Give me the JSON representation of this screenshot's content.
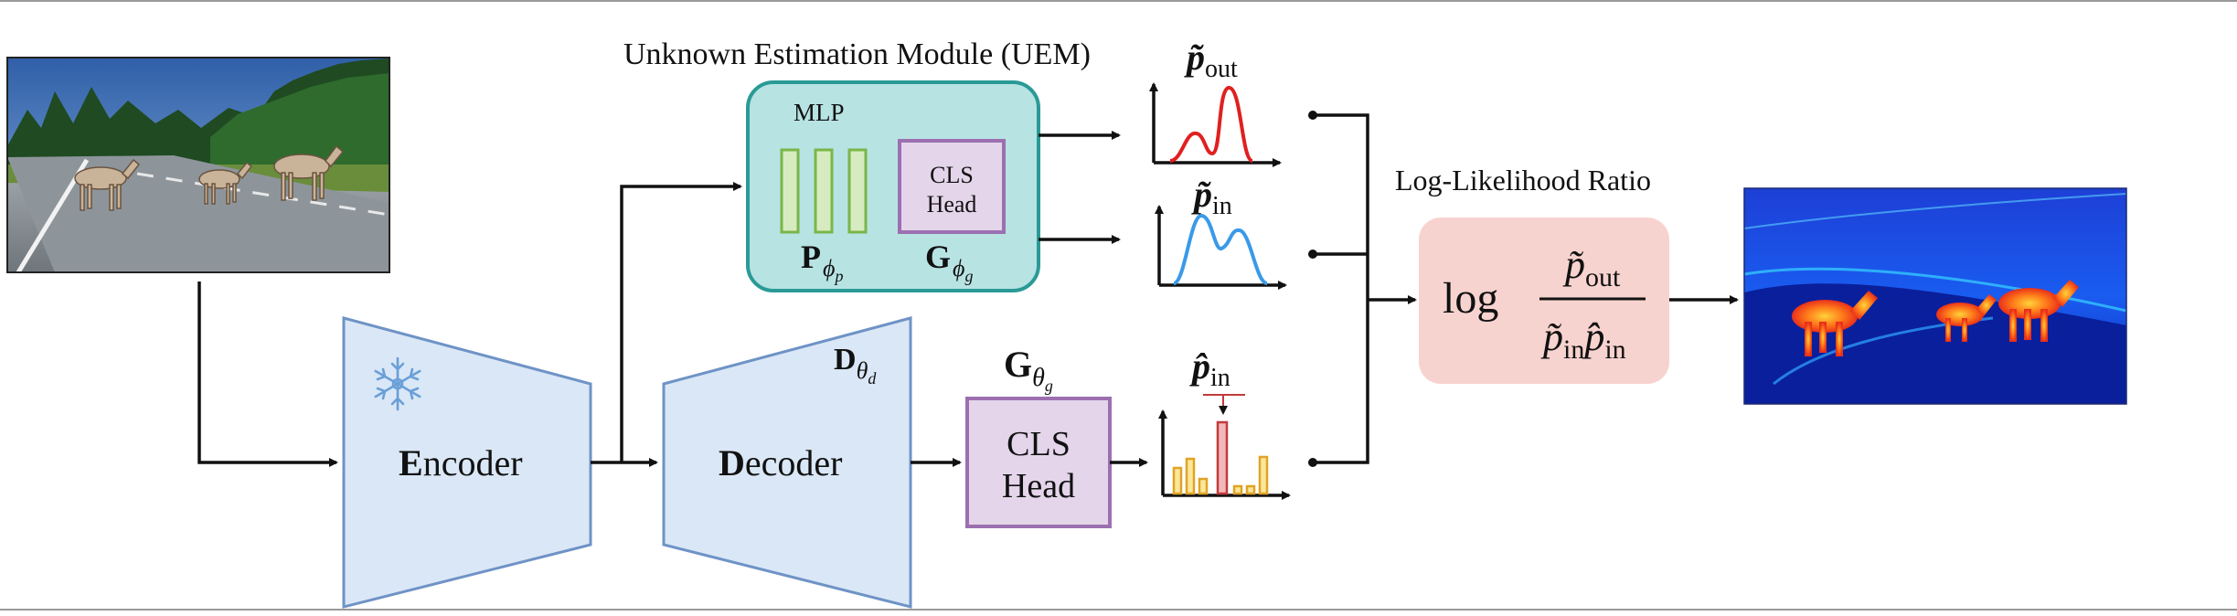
{
  "uem": {
    "title": "Unknown Estimation Module (UEM)",
    "mlp_label": "MLP",
    "cls_head_line1": "CLS",
    "cls_head_line2": "Head",
    "p_sym": "P",
    "p_sub": "ϕ",
    "p_subsub": "p",
    "g_sym": "G",
    "g_sub": "ϕ",
    "g_subsub": "g"
  },
  "encoder": {
    "first_letter": "E",
    "rest": "ncoder"
  },
  "decoder": {
    "first_letter": "D",
    "rest": "ecoder",
    "sym": "D",
    "sub": "θ",
    "subsub": "d"
  },
  "cls_head": {
    "line1": "CLS",
    "line2": "Head",
    "sym": "G",
    "sub": "θ",
    "subsub": "g"
  },
  "dists": {
    "p_out": {
      "sym": "p̃",
      "sub": "out"
    },
    "p_in": {
      "sym": "p̃",
      "sub": "in"
    },
    "p_hat_in": {
      "sym": "p̂",
      "sub": "in"
    }
  },
  "llr": {
    "title": "Log-Likelihood Ratio",
    "log": "log",
    "num_sym": "p̃",
    "num_sub": "out",
    "den1_sym": "p̃",
    "den1_sub": "in",
    "den2_sym": "p̂",
    "den2_sub": "in"
  },
  "colors": {
    "uem_fill": "#b7e3e3",
    "uem_stroke": "#2a9a96",
    "mlp_green": "#7ab648",
    "cls_fill": "#e4d5ea",
    "cls_stroke": "#9c70b0",
    "enc_fill": "#dae7f6",
    "enc_stroke": "#6e93c6",
    "llr_fill": "#f7d3cf",
    "curve_out": "#e02020",
    "curve_in": "#3a9ae8",
    "bar_fill": "#fbe79a",
    "bar_stroke": "#e0a326",
    "bar_peak_fill": "#f2b8b8",
    "bar_peak_stroke": "#c23b3b"
  },
  "icons": {
    "input_image": "road-image-with-reindeer",
    "frozen": "snowflake-icon",
    "output_map": "anomaly-heatmap"
  }
}
